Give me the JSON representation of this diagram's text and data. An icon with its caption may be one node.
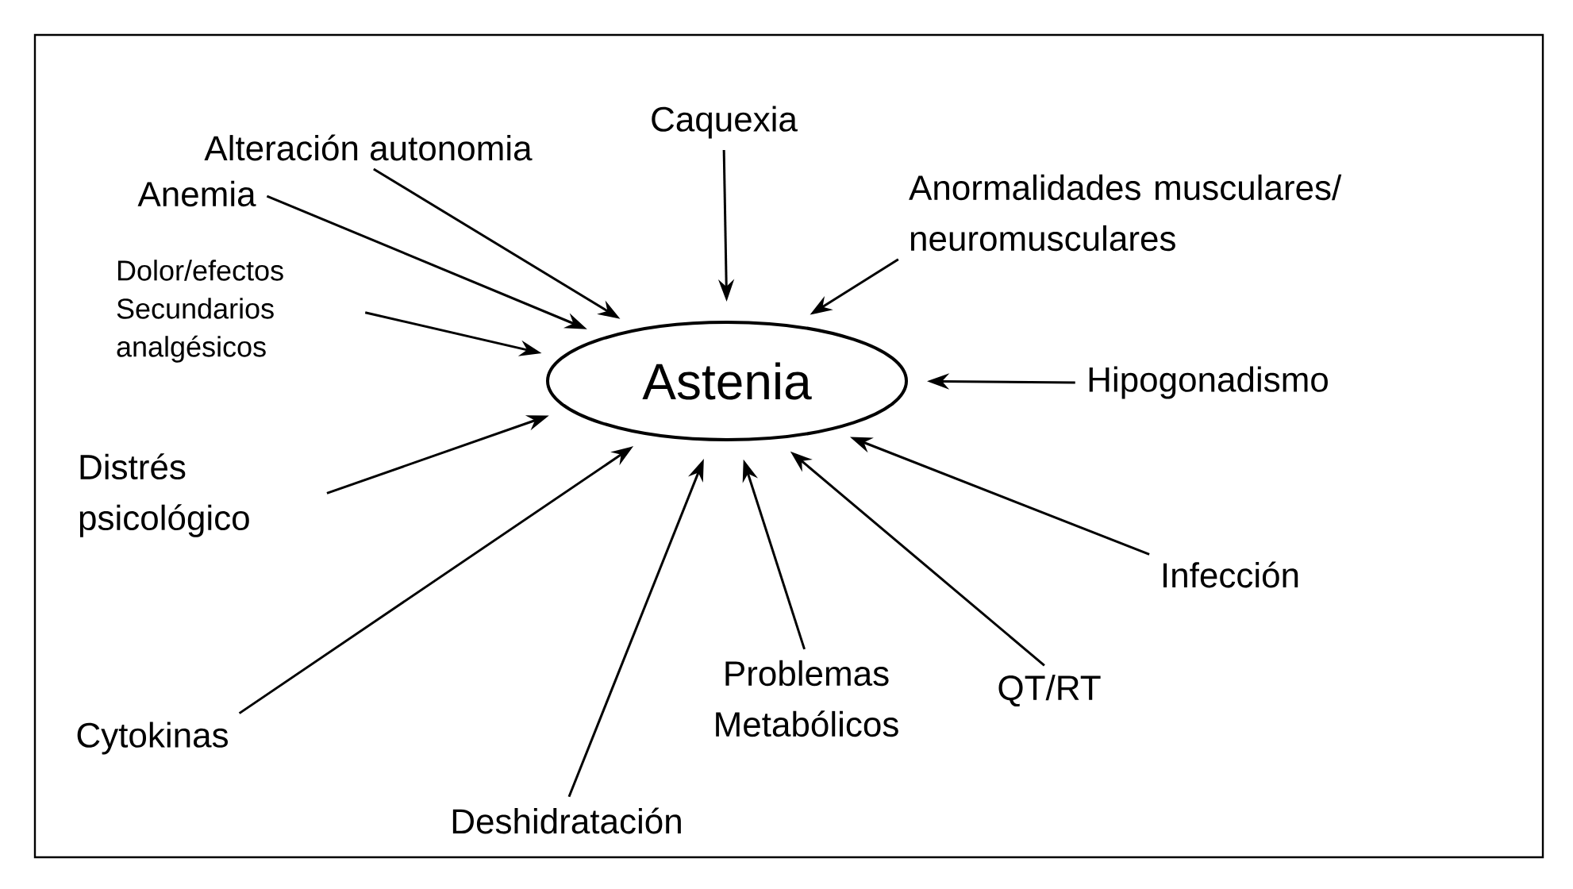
{
  "diagram": {
    "nodes": [
      {
        "text": [
          "Astenia"
        ]
      },
      {
        "text": [
          "Alteración autonomia"
        ]
      },
      {
        "text": [
          "Caquexia"
        ]
      },
      {
        "text": [
          "Anormalidades musculares/ neuromusculares"
        ]
      },
      {
        "text": [
          "Anemia"
        ]
      },
      {
        "text": [
          "Dolor/efectos Secundarios analgésicos"
        ]
      },
      {
        "text": [
          "Hipogonadismo"
        ]
      },
      {
        "text": [
          "Distrés psicológico"
        ]
      },
      {
        "text": [
          "Infección"
        ]
      },
      {
        "text": [
          "Problemas Metabólicos"
        ]
      },
      {
        "text": [
          "QT/RT"
        ]
      },
      {
        "text": [
          "Cytokinas"
        ]
      },
      {
        "text": [
          "Deshidratación"
        ]
      }
    ],
    "edges": [
      {
        "from": 1,
        "to": 0,
        "arrow": "to"
      },
      {
        "from": 2,
        "to": 0,
        "arrow": "to"
      },
      {
        "from": 3,
        "to": 0,
        "arrow": "to"
      },
      {
        "from": 4,
        "to": 0,
        "arrow": "to"
      },
      {
        "from": 5,
        "to": 0,
        "arrow": "to"
      },
      {
        "from": 6,
        "to": 0,
        "arrow": "to"
      },
      {
        "from": 7,
        "to": 0,
        "arrow": "to"
      },
      {
        "from": 8,
        "to": 0,
        "arrow": "to"
      },
      {
        "from": 9,
        "to": 0,
        "arrow": "to"
      },
      {
        "from": 10,
        "to": 0,
        "arrow": "to"
      },
      {
        "from": 11,
        "to": 0,
        "arrow": "to"
      },
      {
        "from": 12,
        "to": 0,
        "arrow": "to"
      }
    ]
  }
}
